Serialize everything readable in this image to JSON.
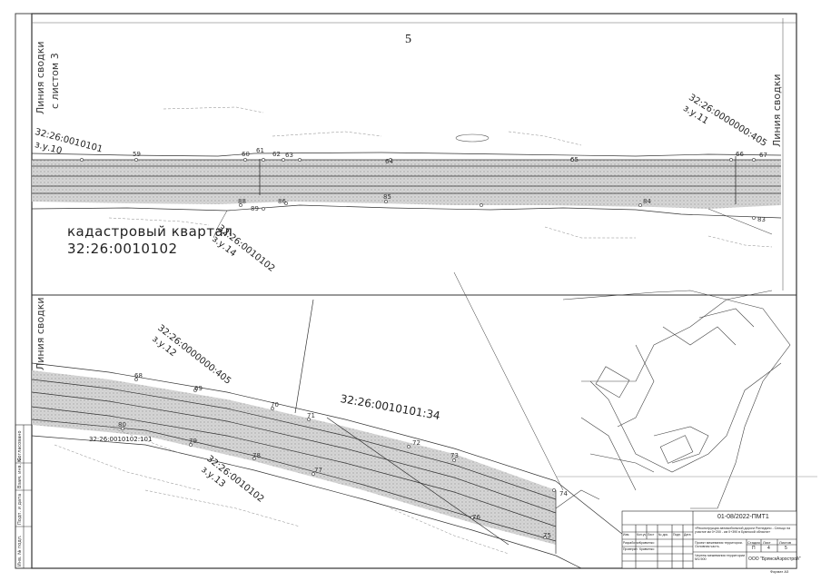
{
  "page_number": "5",
  "top_map": {
    "join_line_left": [
      "Линия сводки",
      "с листом 3"
    ],
    "join_line_right": "Линия сводки",
    "parcel_left": {
      "code": "32:26:0010101",
      "unit": "з.у.10"
    },
    "parcel_right": {
      "code": "32:26:0000000:405",
      "unit": "з.у.11"
    },
    "parcel_bottom": {
      "code": "32:26:0010102",
      "unit": "з.у.14"
    },
    "quarter_label": "кадастровый квартал",
    "quarter_code": "32:26:0010102",
    "points_upper": [
      "59",
      "60",
      "61",
      "62",
      "63",
      "64",
      "65",
      "66",
      "67"
    ],
    "points_lower": [
      "88",
      "89",
      "86",
      "85",
      "84",
      "83"
    ]
  },
  "bottom_map": {
    "join_line_left": "Линия сводки",
    "parcel_top": {
      "code": "32:26:0000000:405",
      "unit": "з.у.12"
    },
    "parcel_mid": {
      "code": "32:26:0010101:34"
    },
    "parcel_bottom": {
      "code": "32:26:0010102",
      "unit": "з.у.13"
    },
    "parcel_small": "32:26:0010102:101",
    "points_upper": [
      "68",
      "69",
      "70",
      "71",
      "72",
      "73",
      "74"
    ],
    "points_lower": [
      "80",
      "79",
      "78",
      "77",
      "76",
      "75"
    ]
  },
  "title_block": {
    "doc_code": "01-08/2022-ПМТ1",
    "project_desc": "«Реконструкция автомобильной дороги Рогнедино - Сельцо на участке км 0+200 - км 0+390 в Брянской области»",
    "section_title": "Проект межевания территории. Основная часть.",
    "drawing_title": "Чертеж межевания территории М1:500",
    "col_stage": "Стадия",
    "col_sheet": "Лист",
    "col_sheets": "Листов",
    "stage": "П",
    "sheet": "4",
    "sheets": "5",
    "company": "ООО \"БрянскАэрострой\"",
    "format": "Формат А3",
    "rows": [
      "Изм.",
      "Кол.уч.",
      "Лист",
      "№ док.",
      "Подп.",
      "Дата"
    ],
    "roles": [
      "Разработал",
      "Проверил"
    ],
    "names": [
      "Кравченко",
      "Кравченко"
    ]
  },
  "side_stamp": [
    "Инв. № подл.",
    "Подп. и дата",
    "Взам. инв. №",
    "Согласовано"
  ]
}
